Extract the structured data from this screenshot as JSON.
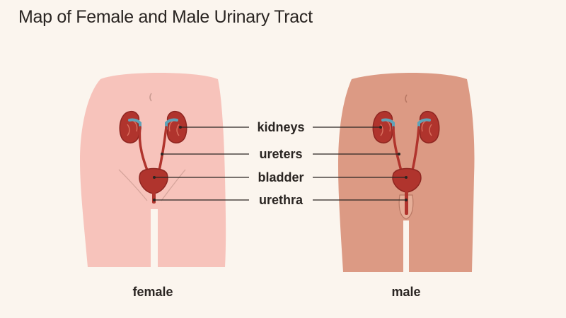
{
  "title": "Map of Female and Male Urinary Tract",
  "labels": {
    "kidneys": "kidneys",
    "ureters": "ureters",
    "bladder": "bladder",
    "urethra": "urethra"
  },
  "captions": {
    "female": "female",
    "male": "male"
  },
  "colors": {
    "background": "#fbf5ee",
    "female_skin": "#f7c3bb",
    "male_skin": "#dc9a84",
    "organ": "#b0342d",
    "organ_dark": "#8e2520",
    "vessel": "#5fa3b8",
    "leader_line": "#2a2522"
  }
}
